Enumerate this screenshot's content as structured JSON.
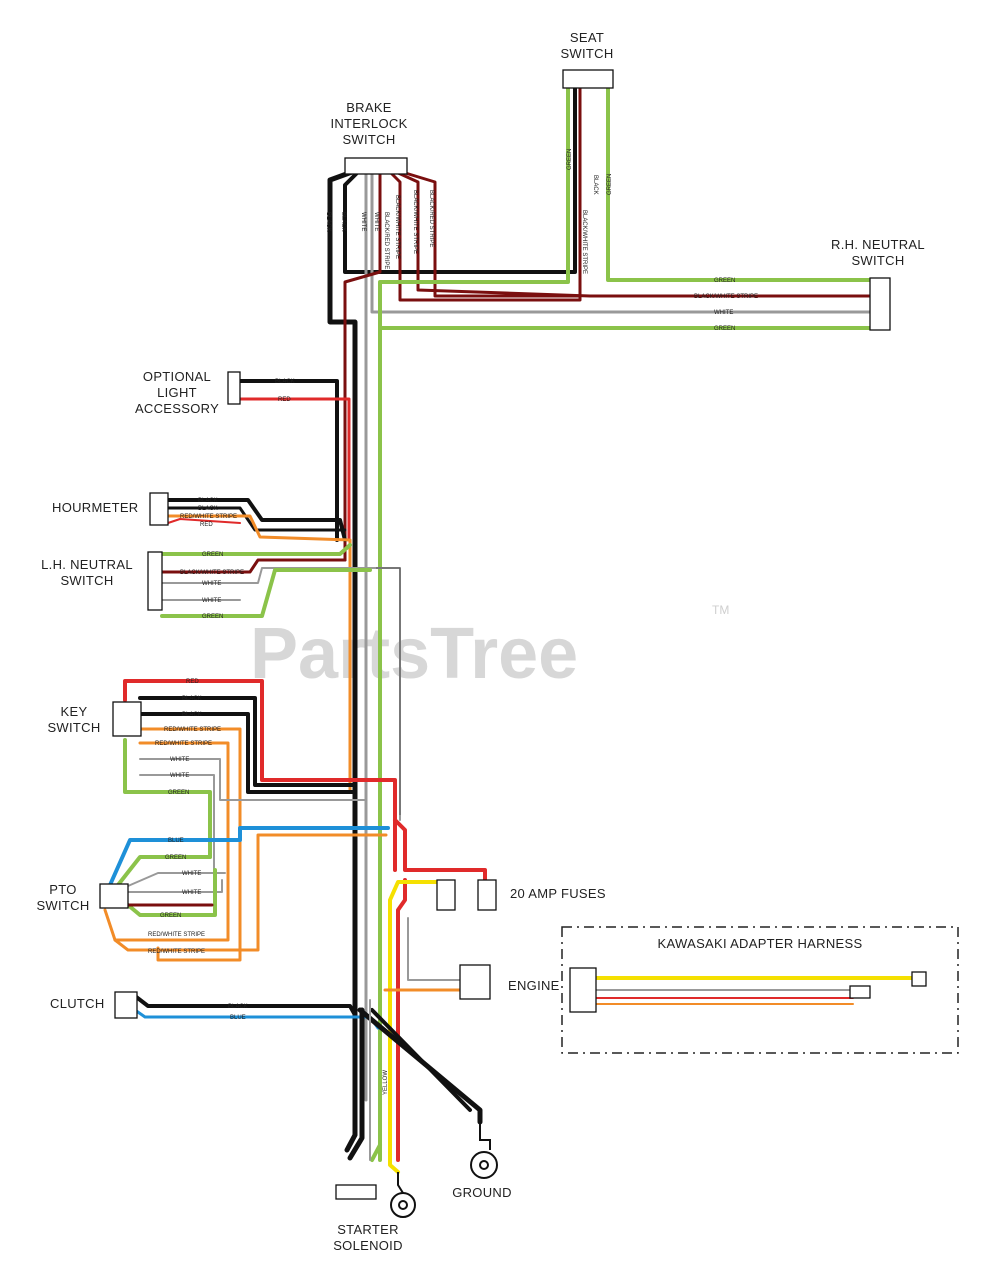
{
  "watermark": {
    "text": "PartsTree",
    "tm": "TM"
  },
  "components": {
    "seat_switch": [
      "SEAT",
      "SWITCH"
    ],
    "brake_switch": [
      "BRAKE",
      "INTERLOCK",
      "SWITCH"
    ],
    "rh_neutral": [
      "R.H. NEUTRAL",
      "SWITCH"
    ],
    "light": [
      "OPTIONAL",
      "LIGHT",
      "ACCESSORY"
    ],
    "hourmeter": "HOURMETER",
    "lh_neutral": [
      "L.H. NEUTRAL",
      "SWITCH"
    ],
    "key_switch": [
      "KEY",
      "SWITCH"
    ],
    "pto_switch": [
      "PTO",
      "SWITCH"
    ],
    "clutch": "CLUTCH",
    "fuses": "20 AMP FUSES",
    "engine": "ENGINE",
    "adapter": "KAWASAKI ADAPTER HARNESS",
    "ground": "GROUND",
    "starter": [
      "STARTER",
      "SOLENOID"
    ]
  },
  "wire_labels": {
    "seat": [
      "GREEN",
      "BLACK/WHITE STRIPE",
      "BLACK",
      "GREEN"
    ],
    "brake": [
      "BLACK",
      "BLACK",
      "WHITE",
      "WHITE",
      "BLACK/RED STRIPE",
      "BLACK/WHITE STRIPE",
      "BLACK/WHITE STRIPE",
      "BLACK/RED STRIPE"
    ],
    "rh": [
      "GREEN",
      "BLACK/WHITE STRIPE",
      "WHITE",
      "GREEN"
    ],
    "light": [
      "BLACK",
      "RED"
    ],
    "hour": [
      "BLACK",
      "BLACK",
      "RED/WHITE STRIPE",
      "RED"
    ],
    "lh": [
      "GREEN",
      "BLACK/WHITE STRIPE",
      "WHITE",
      "WHITE",
      "GREEN"
    ],
    "key": [
      "RED",
      "BLACK",
      "BLACK",
      "RED/WHITE STRIPE",
      "RED/WHITE STRIPE",
      "WHITE",
      "WHITE",
      "GREEN"
    ],
    "pto": [
      "BLUE",
      "GREEN",
      "WHITE",
      "WHITE",
      "GREEN",
      "RED/WHITE STRIPE",
      "RED/WHITE STRIPE"
    ],
    "clutch": [
      "BLACK",
      "BLUE"
    ],
    "yellow": "YELLOW"
  }
}
